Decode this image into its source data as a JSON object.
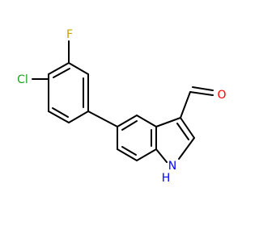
{
  "molecule": {
    "bond_color": "#000000",
    "atoms": {
      "chlorine": {
        "label": "Cl",
        "color": "#22a022"
      },
      "fluorine": {
        "label": "F",
        "color": "#c8a000"
      },
      "oxygen": {
        "label": "O",
        "color": "#ff0000"
      },
      "nitrogen": {
        "label": "N",
        "color": "#0000ff"
      },
      "nitrogen_hydrogen": {
        "label": "H",
        "color": "#0000ff"
      }
    }
  }
}
